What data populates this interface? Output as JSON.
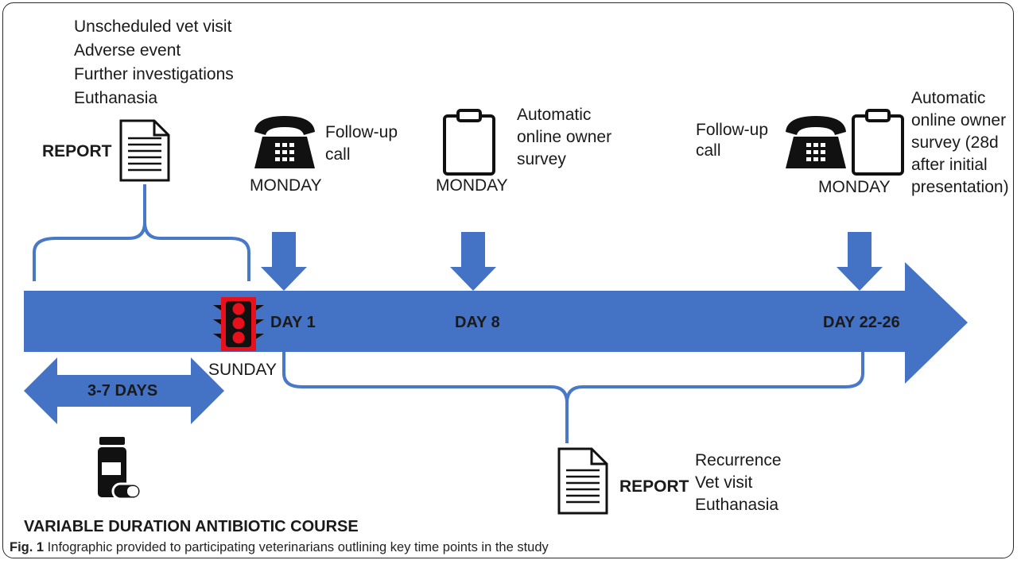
{
  "top_left_events": [
    "Unscheduled vet visit",
    "Adverse event",
    "Further investigations",
    "Euthanasia"
  ],
  "report_label_top": "REPORT",
  "followup_call_1": [
    "Follow-up",
    "call"
  ],
  "monday_1": "MONDAY",
  "survey_1": [
    "Automatic",
    "online owner",
    "survey"
  ],
  "monday_2": "MONDAY",
  "followup_call_2": [
    "Follow-up",
    "call"
  ],
  "monday_3": "MONDAY",
  "survey_2": [
    "Automatic",
    "online owner",
    "survey (28d",
    "after initial",
    "presentation)"
  ],
  "day_1": "DAY 1",
  "day_8": "DAY 8",
  "day_22_26": "DAY 22-26",
  "sunday": "SUNDAY",
  "duration_label": "3-7 DAYS",
  "antibiotic_label": "VARIABLE DURATION ANTIBIOTIC COURSE",
  "report_label_bottom": "REPORT",
  "bottom_events": [
    "Recurrence",
    "Vet visit",
    "Euthanasia"
  ],
  "caption": {
    "fig": "Fig. 1",
    "text": " Infographic provided to participating veterinarians outlining key time points in the study"
  },
  "colors": {
    "timeline_blue": "#4472c4",
    "bracket_blue": "#4a78c8",
    "traffic_red": "#e8101a",
    "icon_black": "#111111"
  }
}
